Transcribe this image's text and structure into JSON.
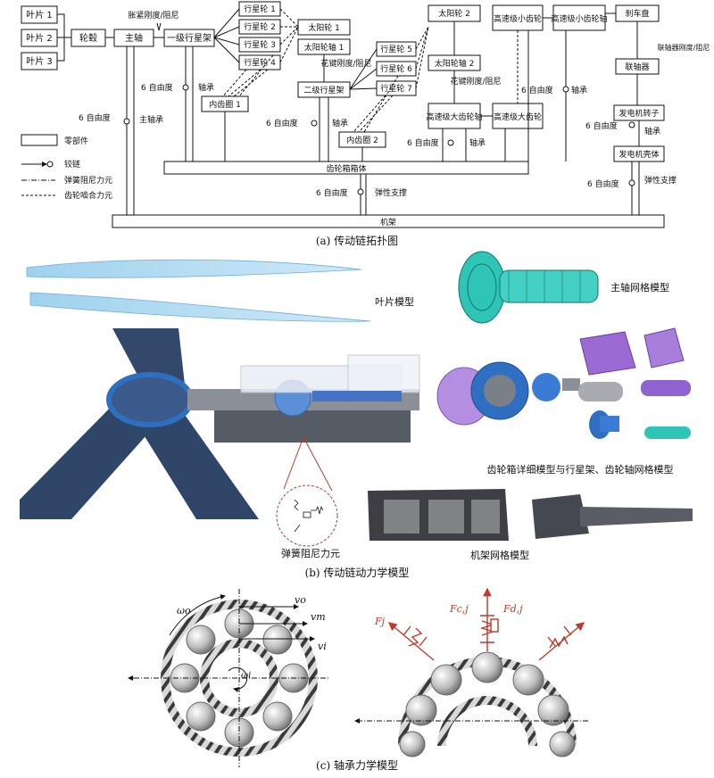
{
  "topology": {
    "blades": [
      "叶片 1",
      "叶片 2",
      "叶片 3"
    ],
    "hub": "轮毂",
    "main_shaft": "主轴",
    "tension_label": "胀紧刚度/阻尼",
    "stage1_carrier": "一级行星架",
    "planets1": [
      "行星轮 1",
      "行星轮 2",
      "行星轮 3",
      "行星轮 4"
    ],
    "sun1": "太阳轮 1",
    "sun_shaft1": "太阳轮轴 1",
    "spline1": "花键刚度/阻尼",
    "stage2_carrier": "二级行星架",
    "planets2": [
      "行星轮 5",
      "行星轮 6",
      "行星轮 7"
    ],
    "ring1": "内齿圈 1",
    "ring2": "内齿圈 2",
    "sun2": "太阳轮 2",
    "sun_shaft2": "太阳轮轴 2",
    "spline2": "花键刚度/阻尼",
    "hs_big_shaft": "高速级大齿轮轴",
    "hs_small_gear": "高速级小齿轮",
    "hs_big_gear": "高速级大齿轮",
    "hs_small_shaft": "高速级小齿轮轴",
    "brake_disc": "刹车盘",
    "coupling": "联轴器",
    "coupling_label": "联轴器刚度/阻尼",
    "gen_rotor": "发电机转子",
    "gen_housing": "发电机壳体",
    "gearbox_housing": "齿轮箱箱体",
    "frame": "机架",
    "dof6": "6 自由度",
    "bearing": "轴承",
    "main_bearing": "主轴承",
    "elastic_support": "弹性支撑",
    "legend": {
      "part": "零部件",
      "hinge": "铰链",
      "spring": "弹簧阻尼力元",
      "mesh": "齿轮啮合力元"
    },
    "caption": "(a) 传动链拓扑图"
  },
  "model": {
    "blade_label": "叶片模型",
    "shaft_mesh_label": "主轴网格模型",
    "gearbox_label": "齿轮箱详细模型与行星架、齿轮轴网格模型",
    "spring_label": "弹簧阻尼力元",
    "frame_label": "机架网格模型",
    "caption": "(b) 传动链动力学模型"
  },
  "bearing": {
    "omega_o": "ωo",
    "omega_i": "ωi",
    "v_o": "vo",
    "v_m": "vm",
    "v_i": "vi",
    "f_j": "Fj",
    "f_cj": "Fc,j",
    "f_dj": "Fd,j",
    "caption": "(c) 轴承力学模型"
  },
  "colors": {
    "tower_blue": "#2f4668",
    "mesh_teal": "#2ec4b6",
    "carrier_purple": "#9b6bd3",
    "gear_blue": "#2f6fc2",
    "force_red": "#c0392b"
  }
}
